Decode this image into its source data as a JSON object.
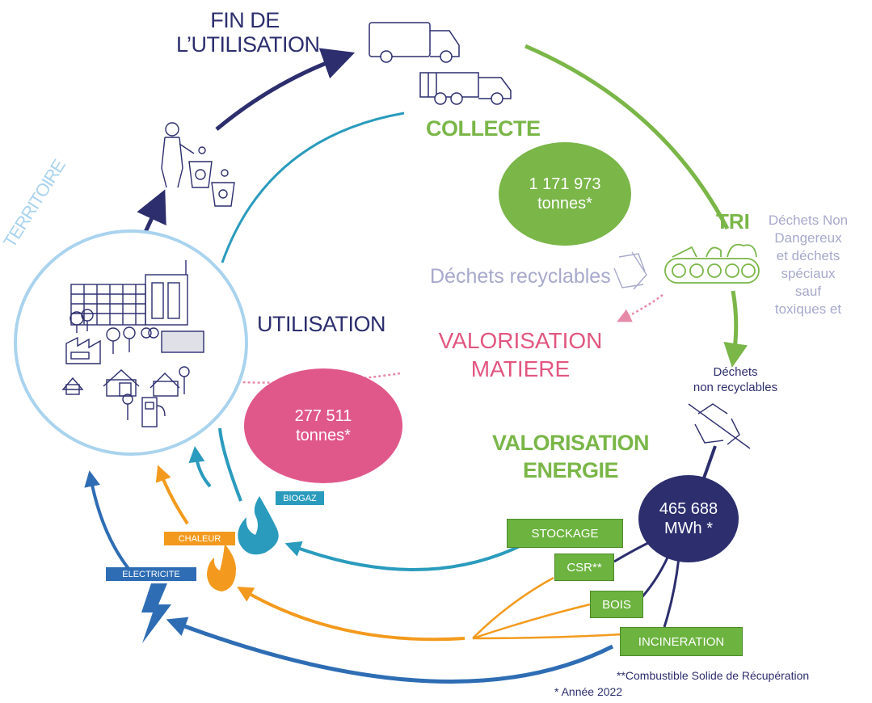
{
  "stages": {
    "fin_utilisation": "FIN DE\nL’UTILISATION",
    "collecte": "COLLECTE",
    "tri": "TRI",
    "utilisation": "UTILISATION",
    "valorisation_matiere": "VALORISATION\nMATIERE",
    "valorisation_energie": "VALORISATION\nENERGIE",
    "territoire": "TERRITOIRE"
  },
  "figures": {
    "collecte": "1 171 973\ntonnes*",
    "valorisation_matiere": "277 511\ntonnes*",
    "energie": "465 688\nMWh *"
  },
  "labels": {
    "dechets_recyclables": "Déchets recyclables",
    "dechets_non_dangereux": "Déchets Non\nDangereux\net déchets\nspéciaux\nsauf\ntoxiques et",
    "dechets_non_recyclables": "Déchets\nnon recyclables"
  },
  "energy_boxes": {
    "stockage": "STOCKAGE",
    "csr": "CSR**",
    "bois": "BOIS",
    "incineration": "INCINERATION"
  },
  "energy_tags": {
    "biogaz": "BIOGAZ",
    "chaleur": "CHALEUR",
    "electricite": "ELECTRICITE"
  },
  "notes": {
    "csr_definition": "**Combustible Solide de Récupération",
    "year": "* Année 2022"
  },
  "colors": {
    "navy": "#2c2e6e",
    "green": "#7ab648",
    "teal": "#2a9bbd",
    "pink": "#e2567f",
    "orange": "#f39a1e",
    "blue": "#2e6db4",
    "light_blue": "#a9d3ee",
    "lilac": "#a7a9cc"
  },
  "icons": [
    "truck-icon",
    "garbage-truck-icon",
    "person-recycling-icon",
    "recycle-icon",
    "conveyor-belt-icon",
    "no-recycle-icon",
    "city-icon",
    "gas-flame-icon",
    "fire-icon",
    "lightning-icon"
  ]
}
